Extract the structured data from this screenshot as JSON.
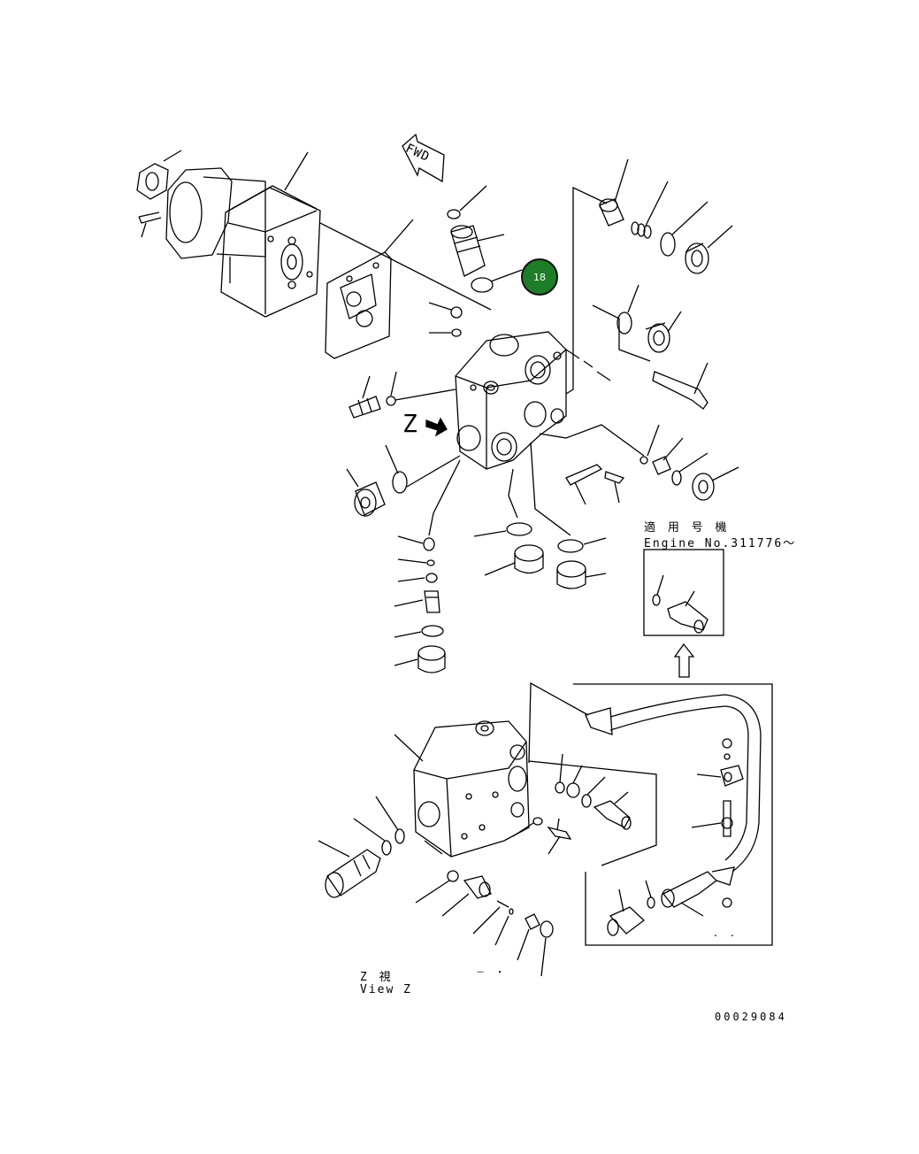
{
  "diagram": {
    "fwd_label": "FWD",
    "z_marker": "Z",
    "callout": {
      "number": "18",
      "color": "#1e7d28"
    },
    "inset_note": {
      "jp": "適 用 号 機",
      "en": "Engine No.311776～"
    },
    "view_label": {
      "jp": "Z  視",
      "en": "View Z"
    },
    "small_mark": "－ ・",
    "small_mark2": "・ ・",
    "drawing_number": "00029084"
  }
}
